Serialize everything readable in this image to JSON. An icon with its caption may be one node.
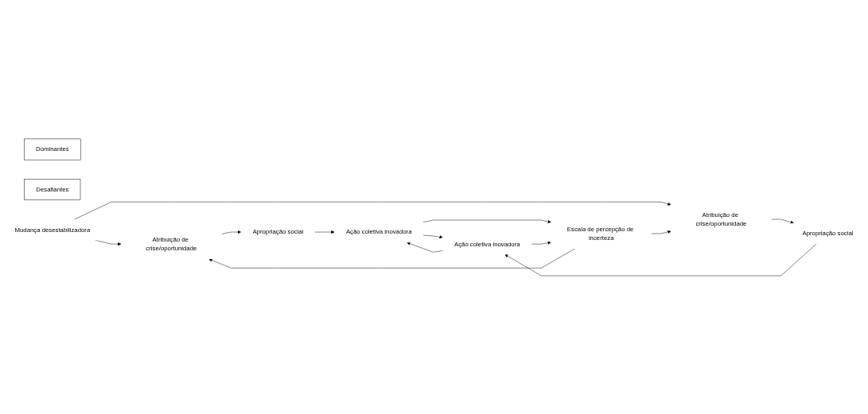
{
  "diagram": {
    "nodes": [
      {
        "text": [
          "Dominantes"
        ]
      },
      {
        "text": [
          "Desafiantes"
        ]
      },
      {
        "text": [
          "Mudança desestabilizadora"
        ]
      },
      {
        "text": [
          "Atribuição de crise/oportunidade"
        ]
      },
      {
        "text": [
          "Apropriação social"
        ]
      },
      {
        "text": [
          "Ação coletiva inovadora"
        ]
      },
      {
        "text": [
          "Escala de percepção de incerteza"
        ]
      },
      {
        "text": [
          "Atribuição de crise/oportunidade"
        ]
      },
      {
        "text": [
          "Apropriação social"
        ]
      },
      {
        "text": [
          "Ação coletiva inovadora"
        ]
      }
    ],
    "edges": [
      {
        "from": 2,
        "to": 3,
        "arrow": "to"
      },
      {
        "from": 2,
        "to": 7,
        "arrow": "to"
      },
      {
        "from": 3,
        "to": 4,
        "arrow": "to"
      },
      {
        "from": 4,
        "to": 5,
        "arrow": "to"
      },
      {
        "from": 7,
        "to": 8,
        "arrow": "to"
      },
      {
        "from": 8,
        "to": 9,
        "arrow": "to"
      },
      {
        "from": 5,
        "to": 9,
        "arrow": "to"
      },
      {
        "from": 9,
        "to": 5,
        "arrow": "to"
      },
      {
        "from": 5,
        "to": 6,
        "arrow": "to"
      },
      {
        "from": 9,
        "to": 6,
        "arrow": "to"
      },
      {
        "from": 6,
        "to": 3,
        "arrow": "to"
      },
      {
        "from": 6,
        "to": 7,
        "arrow": "to"
      }
    ]
  }
}
